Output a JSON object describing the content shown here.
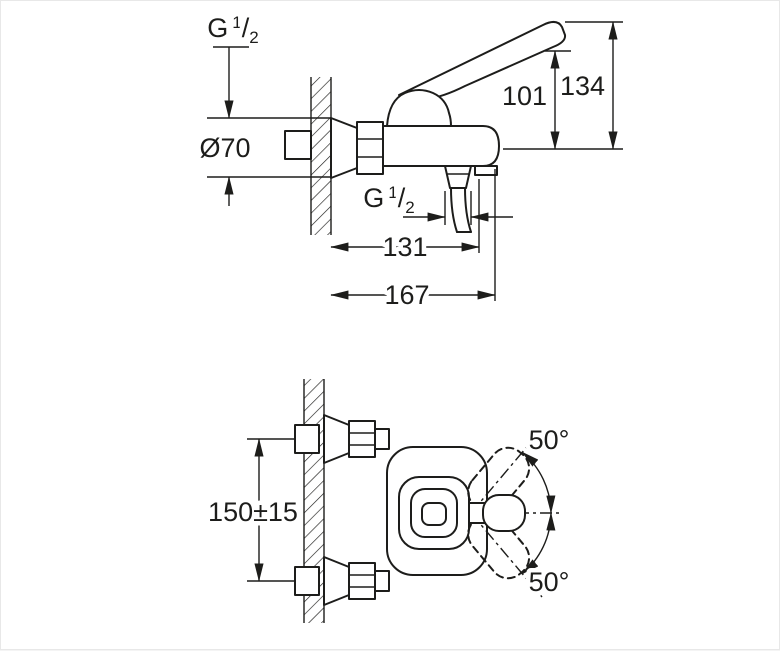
{
  "colors": {
    "background": "#ffffff",
    "line": "#1d1d1b"
  },
  "side_view": {
    "thread_top": {
      "letter": "G",
      "numerator": "1",
      "denominator": "2"
    },
    "escutcheon_diameter": "Ø70",
    "height_to_lever_tip": "101",
    "total_height": "134",
    "thread_bottom": {
      "letter": "G",
      "numerator": "1",
      "denominator": "2"
    },
    "wall_to_shower_outlet": "131",
    "total_projection": "167"
  },
  "front_view": {
    "connection_spacing": "150±15",
    "lever_swivel_up": "50°",
    "lever_swivel_down": "50°"
  }
}
